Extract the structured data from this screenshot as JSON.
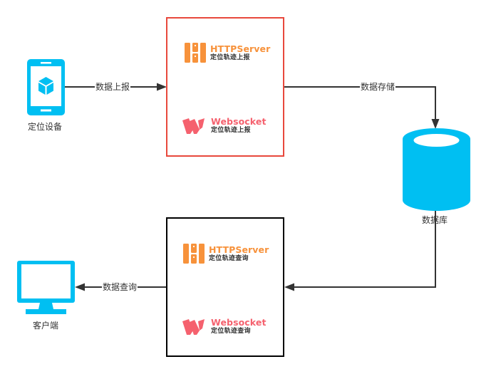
{
  "colors": {
    "device_blue": "#00bff2",
    "upload_box_border": "#e8483c",
    "query_box_border": "#000000",
    "connector": "#333333",
    "http_orange": "#f7923b",
    "websocket_pink": "#f5616e"
  },
  "nodes": {
    "device": {
      "label": "定位设备",
      "icon": "mobile-phone-cube-icon"
    },
    "database": {
      "label": "数据库",
      "icon": "database-cylinder-icon"
    },
    "client": {
      "label": "客户端",
      "icon": "desktop-monitor-icon"
    },
    "upload_group": {
      "services": [
        {
          "name": "HTTPServer",
          "subtitle": "定位轨迹上报",
          "icon": "httpserver-logo-icon"
        },
        {
          "name": "Websocket",
          "subtitle": "定位轨迹上报",
          "icon": "websocket-logo-icon"
        }
      ]
    },
    "query_group": {
      "services": [
        {
          "name": "HTTPServer",
          "subtitle": "定位轨迹查询",
          "icon": "httpserver-logo-icon"
        },
        {
          "name": "Websocket",
          "subtitle": "定位轨迹查询",
          "icon": "websocket-logo-icon"
        }
      ]
    }
  },
  "edges": [
    {
      "from": "device",
      "to": "upload_group",
      "label": "数据上报"
    },
    {
      "from": "upload_group",
      "to": "database",
      "label": "数据存储"
    },
    {
      "from": "database",
      "to": "query_group",
      "label": ""
    },
    {
      "from": "query_group",
      "to": "client",
      "label": "数据查询"
    }
  ]
}
